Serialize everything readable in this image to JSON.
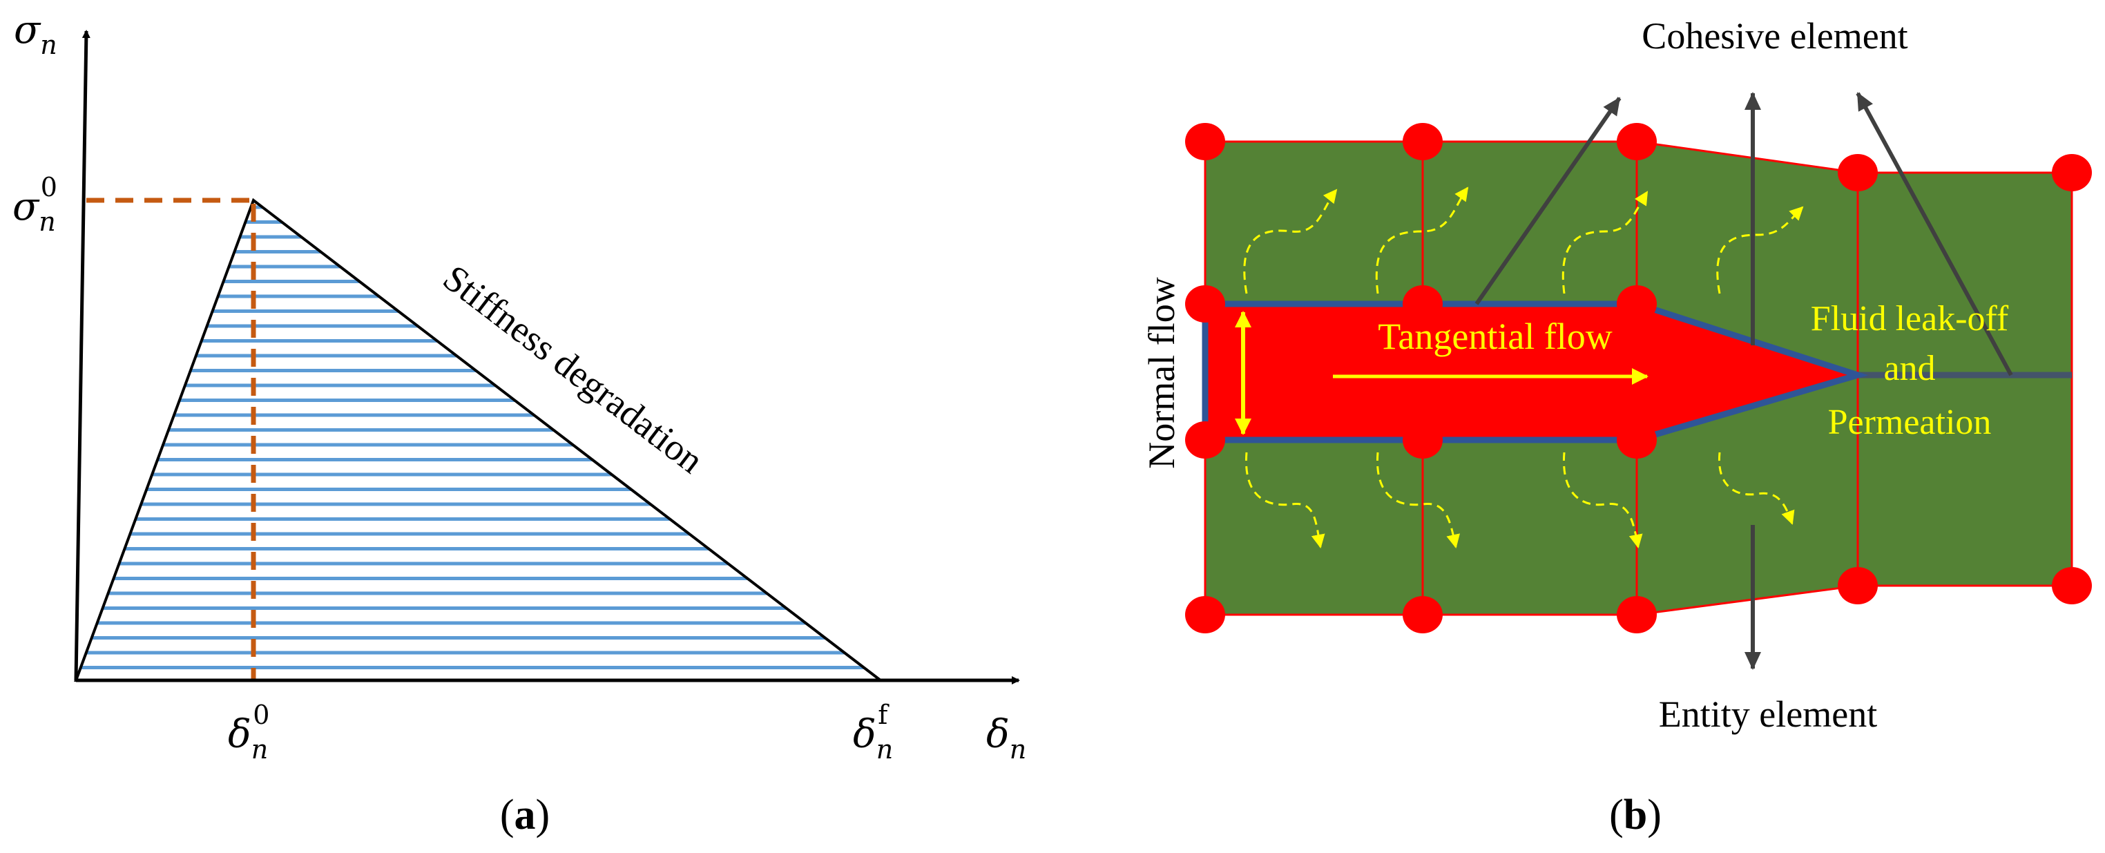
{
  "panel_a": {
    "caption": "(a)",
    "axis_y_label": "σ",
    "axis_y_sub": "n",
    "axis_x_label": "δ",
    "axis_x_sub": "n",
    "peak_label": "σ",
    "peak_sub": "n",
    "peak_sup": "0",
    "delta0_label": "δ",
    "delta0_sub": "n",
    "delta0_sup": "0",
    "deltaf_label": "δ",
    "deltaf_sub": "n",
    "deltaf_sup": "f",
    "slope_label": "Stiffness degradation",
    "colors": {
      "hatch": "#5b9bd5",
      "dashed": "#c55a11",
      "axis": "#000000"
    }
  },
  "panel_b": {
    "caption": "(b)",
    "top_label": "Cohesive element",
    "bottom_label": "Entity element",
    "normal_flow_label": "Normal flow",
    "tangential_flow_label": "Tangential flow",
    "leakoff_line1": "Fluid leak-off",
    "leakoff_line2": "and",
    "leakoff_line3": "Permeation",
    "colors": {
      "element": "#548235",
      "fracture": "#ff0000",
      "outline": "#2f5597",
      "flow": "#ffff00",
      "node": "#ff0000",
      "arrow": "#404040"
    }
  }
}
